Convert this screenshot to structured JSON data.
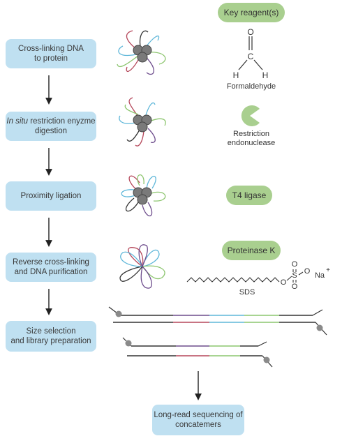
{
  "header": {
    "key_reagents": "Key reagent(s)"
  },
  "steps": [
    {
      "line1": "Cross-linking DNA",
      "line2": "to protein"
    },
    {
      "line1_italic": "In situ",
      "line1_rest": " restriction enyzme",
      "line2": "digestion"
    },
    {
      "line1": "Proximity ligation",
      "line2": ""
    },
    {
      "line1": "Reverse cross-linking",
      "line2": "and DNA purification"
    },
    {
      "line1": "Size selection",
      "line2": "and library preparation"
    }
  ],
  "final_step": {
    "line1": "Long-read sequencing of",
    "line2": "concatemers"
  },
  "reagents": {
    "formaldehyde": {
      "atom_o": "O",
      "atom_c": "C",
      "atom_h": "H",
      "name": "Formaldehyde"
    },
    "enzyme": {
      "line1": "Restriction",
      "line2": "endonuclease"
    },
    "ligase": "T4 ligase",
    "proteinase": "Proteinase K",
    "sds": {
      "name": "SDS",
      "atom_o": "O",
      "atom_s": "S",
      "atom_na": "Na",
      "charge": "+"
    }
  },
  "colors": {
    "step_fill": "#bfe0f1",
    "reagent_fill": "#a9cf8f",
    "protein": "#7a7a7a",
    "strand_red": "#b5475a",
    "strand_blue": "#5fb7d9",
    "strand_green": "#8cc56e",
    "strand_purple": "#6d4c8c",
    "strand_dark": "#333333"
  }
}
